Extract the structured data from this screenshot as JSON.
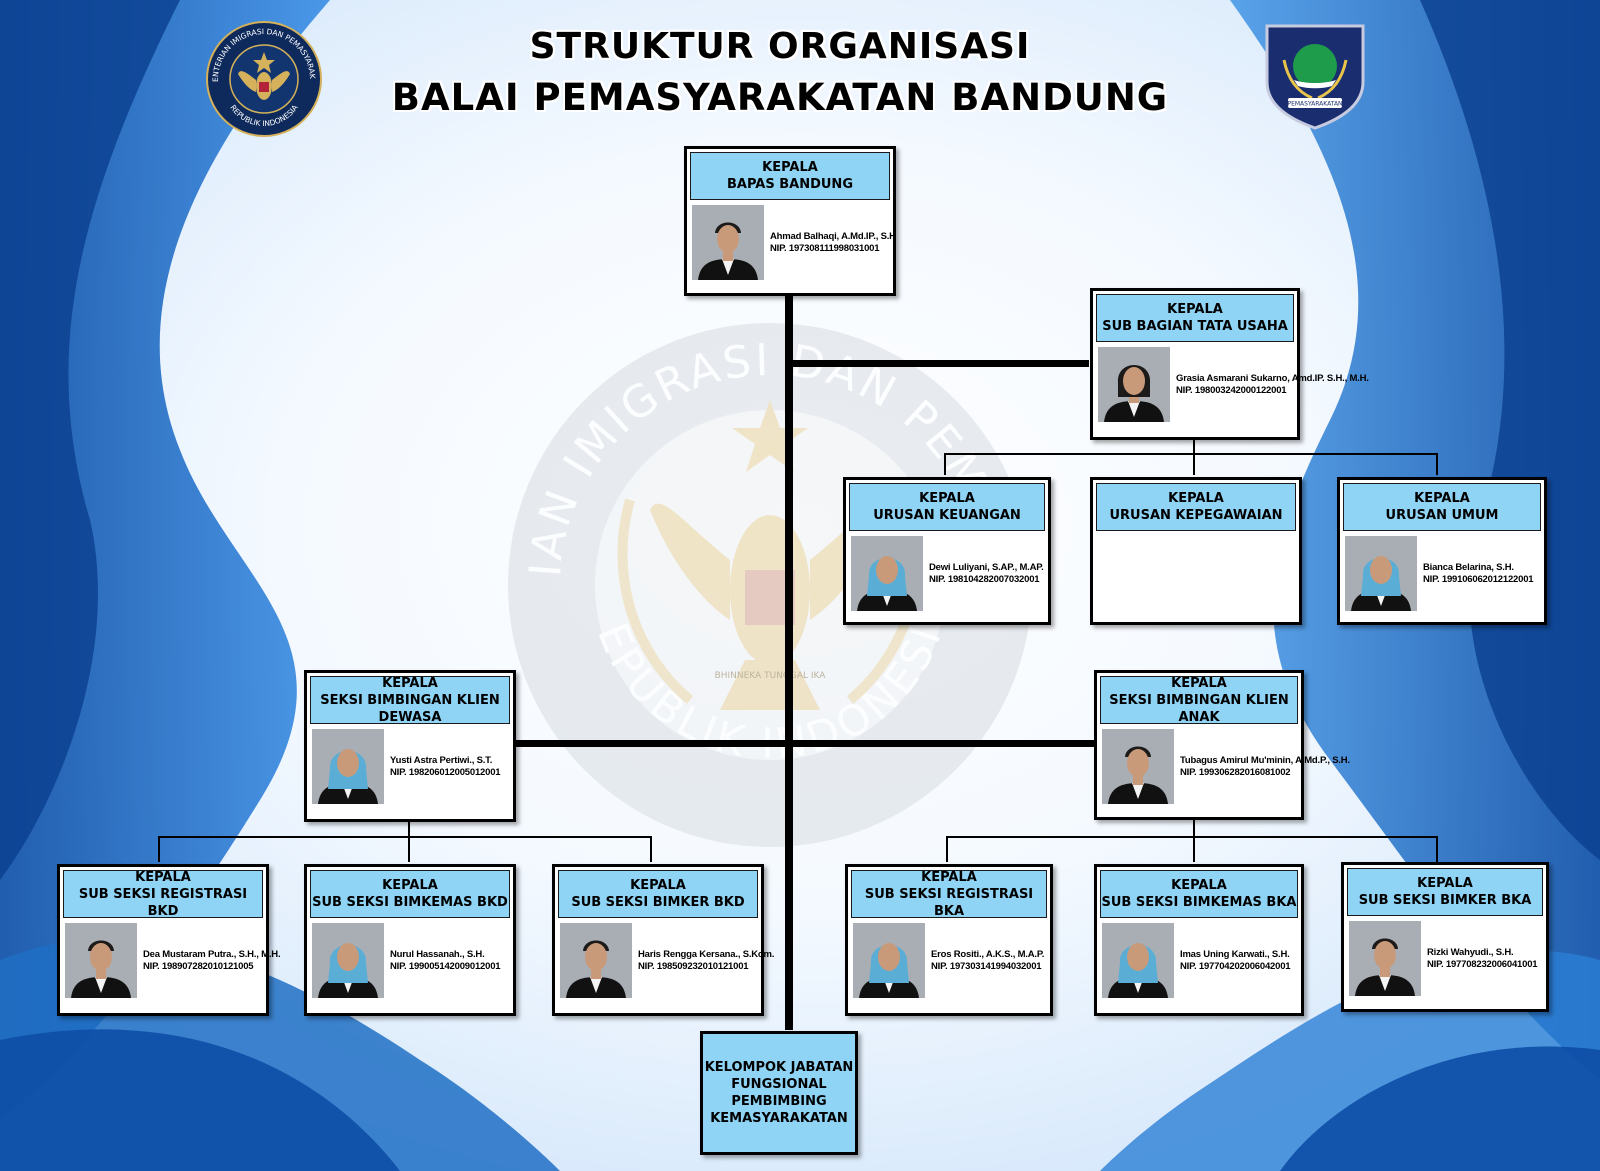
{
  "title": {
    "line1": "STRUKTUR ORGANISASI",
    "line2": "BALAI PEMASYARAKATAN BANDUNG"
  },
  "logos": {
    "left_text_top": "KEMENTERIAN IMIGRASI DAN PEMASYARAKATAN",
    "left_text_bottom": "REPUBLIK INDONESIA",
    "right_banner": "PEMASYARAKATAN"
  },
  "watermark": {
    "text_top": "KEMENTERIAN IMIGRASI DAN PEMASYARAKATAN",
    "text_bottom": "REPUBLIK INDONESIA",
    "motto": "BHINNEKA TUNGGAL IKA"
  },
  "units": {
    "kepala_bapas": {
      "title": "KEPALA\nBAPAS BANDUNG",
      "name": "Ahmad Balhaqi, A.Md.IP., S.H",
      "nip": "NIP. 197308111998031001"
    },
    "subbag_tu": {
      "title": "KEPALA\nSUB BAGIAN TATA USAHA",
      "name": "Grasia Asmarani Sukarno, Amd.IP. S.H., M.H.",
      "nip": "NIP. 198003242000122001"
    },
    "urusan_keuangan": {
      "title": "KEPALA\nURUSAN KEUANGAN",
      "name": "Dewi Luliyani, S.AP., M.AP.",
      "nip": "NIP. 198104282007032001"
    },
    "urusan_kepegawaian": {
      "title": "KEPALA\nURUSAN KEPEGAWAIAN",
      "name": "",
      "nip": ""
    },
    "urusan_umum": {
      "title": "KEPALA\nURUSAN UMUM",
      "name": "Bianca Belarina, S.H.",
      "nip": "NIP. 199106062012122001"
    },
    "seksi_bkd": {
      "title": "KEPALA\nSEKSI BIMBINGAN KLIEN DEWASA",
      "name": "Yusti Astra Pertiwi., S.T.",
      "nip": "NIP. 198206012005012001"
    },
    "seksi_bka": {
      "title": "KEPALA\nSEKSI BIMBINGAN KLIEN ANAK",
      "name": "Tubagus Amirul Mu'minin, A.Md.P., S.H.",
      "nip": "NIP. 199306282016081002"
    },
    "reg_bkd": {
      "title": "KEPALA\nSUB SEKSI REGISTRASI BKD",
      "name": "Dea Mustaram Putra., S.H., M.H.",
      "nip": "NIP. 198907282010121005"
    },
    "bimkemas_bkd": {
      "title": "KEPALA\nSUB SEKSI BIMKEMAS BKD",
      "name": "Nurul Hassanah., S.H.",
      "nip": "NIP. 199005142009012001"
    },
    "bimker_bkd": {
      "title": "KEPALA\nSUB SEKSI BIMKER BKD",
      "name": "Haris Rengga Kersana., S.Kom.",
      "nip": "NIP. 198509232010121001"
    },
    "reg_bka": {
      "title": "KEPALA\nSUB SEKSI REGISTRASI BKA",
      "name": "Eros Rositi., A.K.S., M.A.P.",
      "nip": "NIP. 197303141994032001"
    },
    "bimkemas_bka": {
      "title": "KEPALA\nSUB SEKSI BIMKEMAS BKA",
      "name": "Imas Uning Karwati., S.H.",
      "nip": "NIP. 197704202006042001"
    },
    "bimker_bka": {
      "title": "KEPALA\nSUB SEKSI BIMKER BKA",
      "name": "Rizki Wahyudi., S.H.",
      "nip": "NIP. 197708232006041001"
    }
  },
  "functional_group": "KELOMPOK JABATAN\nFUNGSIONAL\nPEMBIMBING\nKEMASYARAKATAN",
  "colors": {
    "header_fill": "#8fd3f5",
    "background_blue": "#1f6fc4",
    "connector": "#000000"
  }
}
